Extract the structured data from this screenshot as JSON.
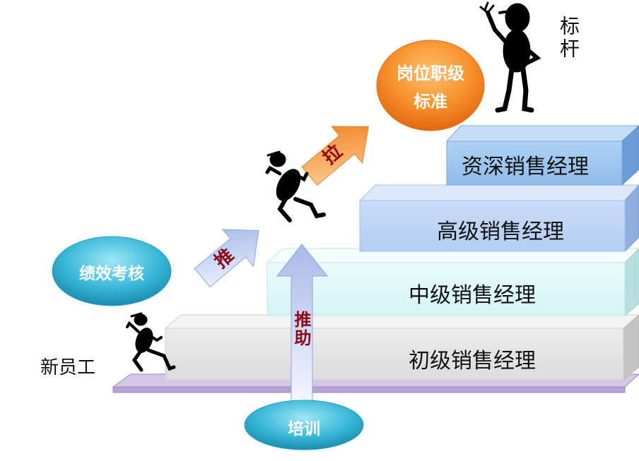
{
  "steps": [
    {
      "label": "初级销售经理"
    },
    {
      "label": "中级销售经理"
    },
    {
      "label": "高级销售经理"
    },
    {
      "label": "资深销售经理"
    }
  ],
  "ellipses": {
    "performance": "绩效考核",
    "standard_line1": "岗位职级",
    "standard_line2": "标准",
    "training": "培训"
  },
  "arrows": {
    "push": "推",
    "pull": "拉",
    "assist": "推助"
  },
  "people": {
    "new_employee": "新员工",
    "benchmark": "标杆"
  },
  "colors": {
    "step1": "#e4e4e4",
    "step2": "#dff8f8",
    "step3": "#bcd4f4",
    "step4": "#9dc6ee",
    "ellipse_blue": "#3ab8d8",
    "ellipse_orange": "#f07a18",
    "arrow_text": "#8b0a1a"
  }
}
